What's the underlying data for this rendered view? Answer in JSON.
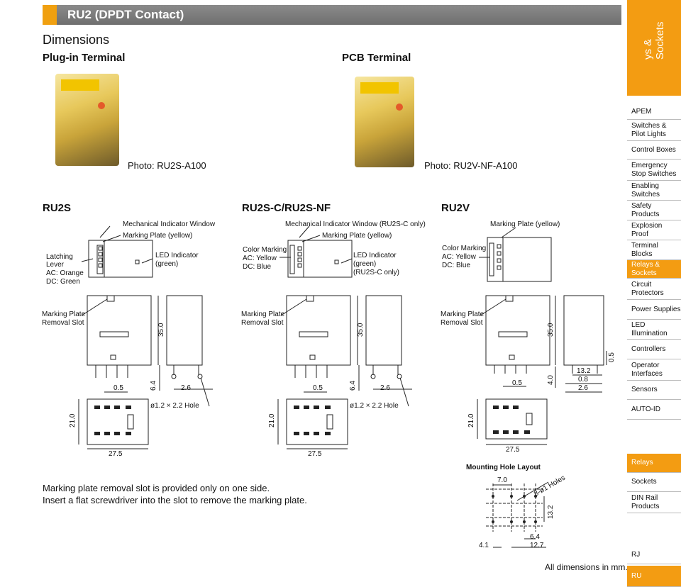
{
  "header": {
    "title": "RU2 (DPDT Contact)"
  },
  "section_title": "Dimensions",
  "plugin": {
    "heading": "Plug-in Terminal",
    "photo_caption": "Photo: RU2S-A100"
  },
  "pcb": {
    "heading": "PCB Terminal",
    "photo_caption": "Photo: RU2V-NF-A100"
  },
  "ru2s": {
    "title": "RU2S",
    "label_window": "Mechanical Indicator Window",
    "label_plate": "Marking Plate (yellow)",
    "label_lever": [
      "Latching",
      "Lever",
      "AC: Orange",
      "DC: Green"
    ],
    "label_led": [
      "LED Indicator",
      "(green)"
    ],
    "label_slot": [
      "Marking Plate",
      "Removal Slot"
    ],
    "dims": {
      "h": "35.0",
      "pin": "6.4",
      "pin_w": "0.5",
      "pin_pitch": "2.6",
      "hole": "ø1.2 × 2.2 Hole",
      "base_h": "21.0",
      "base_w": "27.5"
    }
  },
  "ru2sc": {
    "title": "RU2S-C/RU2S-NF",
    "label_window": "Mechanical Indicator Window (RU2S-C only)",
    "label_plate": "Marking Plate (yellow)",
    "label_color": [
      "Color Marking",
      "AC: Yellow",
      "DC: Blue"
    ],
    "label_led": [
      "LED Indicator",
      "(green)",
      "(RU2S-C only)"
    ],
    "label_slot": [
      "Marking Plate",
      "Removal Slot"
    ],
    "dims": {
      "h": "35.0",
      "pin": "6.4",
      "pin_w": "0.5",
      "pin_pitch": "2.6",
      "hole": "ø1.2 × 2.2 Hole",
      "base_h": "21.0",
      "base_w": "27.5"
    }
  },
  "ru2v": {
    "title": "RU2V",
    "label_plate": "Marking Plate (yellow)",
    "label_color": [
      "Color Marking",
      "AC: Yellow",
      "DC: Blue"
    ],
    "label_slot": [
      "Marking Plate",
      "Removal Slot"
    ],
    "dims": {
      "h": "35.0",
      "pin": "4.0",
      "pin_w": "0.5",
      "d132": "13.2",
      "d08": "0.8",
      "d26": "2.6",
      "d05": "0.5",
      "base_h": "21.0",
      "base_w": "27.5"
    }
  },
  "mounting": {
    "title": "Mounting Hole Layout",
    "d70": "7.0",
    "holes": "8-ø1 Holes",
    "d132": "13.2",
    "d64": "6.4",
    "d127": "12.7",
    "d41": "4.1"
  },
  "notes": [
    "Marking plate removal slot is provided only on one side.",
    "Insert a flat screwdriver into the slot to remove the marking plate."
  ],
  "footer_note": "All dimensions in mm.",
  "sidebar": {
    "top_label": "ys & Sockets",
    "items": [
      "APEM",
      "Switches & Pilot Lights",
      "Control Boxes",
      "Emergency Stop Switches",
      "Enabling Switches",
      "Safety Products",
      "Explosion Proof",
      "Terminal Blocks",
      "Relays & Sockets",
      "Circuit Protectors",
      "Power Supplies",
      "LED Illumination",
      "Controllers",
      "Operator Interfaces",
      "Sensors",
      "AUTO-ID"
    ],
    "sub_items": [
      "Relays",
      "Sockets",
      "DIN Rail Products"
    ],
    "bottom_items": [
      "RJ",
      "RU"
    ],
    "accent": "#f39c12"
  }
}
